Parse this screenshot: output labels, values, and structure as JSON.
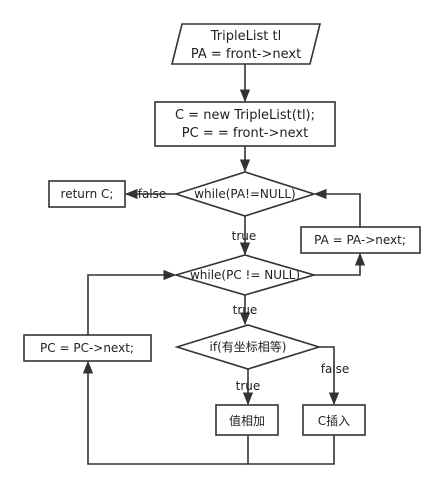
{
  "diagram": {
    "input_line1": "TripleList tl",
    "input_line2": "PA = front->next",
    "init_line1": "C = new TripleList(tl);",
    "init_line2": "PC = = front->next",
    "outer_condition": "while(PA!=NULL)",
    "return_label": "return C;",
    "false_label_outer": "false",
    "true_label_outer": "true",
    "advance_pa": "PA = PA->next;",
    "inner_condition": "while(PC != NULL)",
    "true_label_inner": "true",
    "advance_pc": "PC = PC->next;",
    "if_condition": "if(有坐标相等)",
    "true_label_if": "true",
    "false_label_if": "false",
    "add_values": "值相加",
    "insert_c": "C插入"
  },
  "colors": {
    "stroke": "#333333",
    "text": "#222222",
    "background": "#ffffff"
  }
}
